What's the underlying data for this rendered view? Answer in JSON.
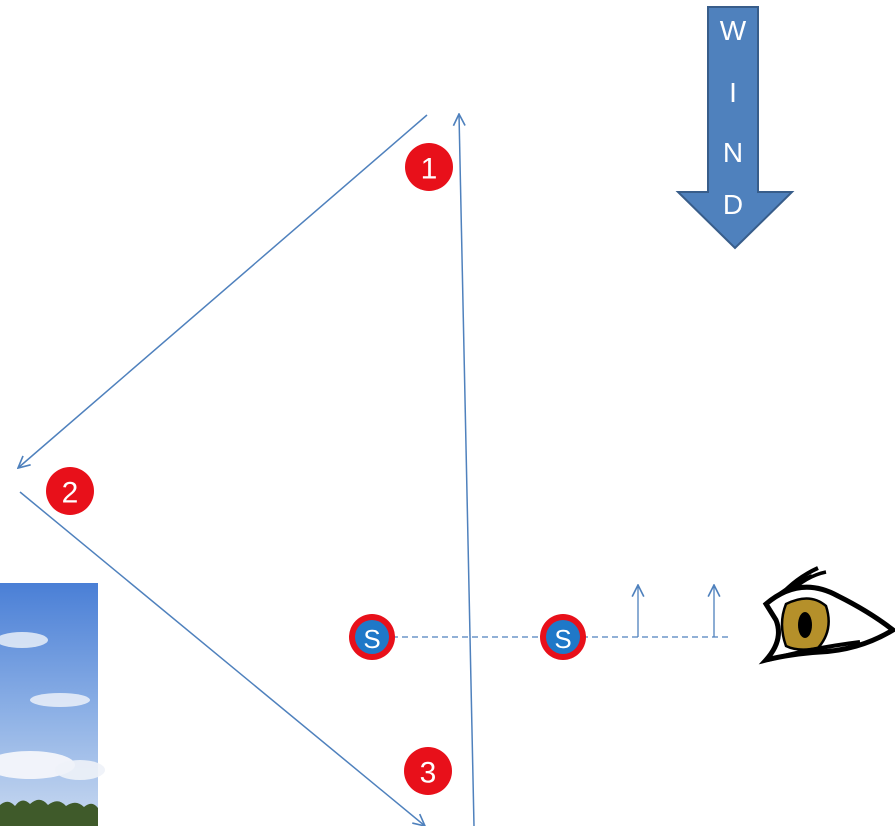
{
  "marks": [
    {
      "label": "1"
    },
    {
      "label": "2"
    },
    {
      "label": "3"
    }
  ],
  "start_buoys": [
    {
      "label": "S"
    },
    {
      "label": "S"
    }
  ],
  "wind": {
    "letters": [
      "W",
      "I",
      "N",
      "D"
    ],
    "color": "#4f81bd",
    "border": "#385d8a"
  },
  "colors": {
    "course_line": "#4f81bd",
    "mark_red": "#e8101a",
    "buoy_blue": "#1f78c8",
    "sky": "#5e8fdc",
    "eye_iris": "#b5902a"
  },
  "icons": [
    "eye-icon",
    "sky-photo",
    "wind-arrow"
  ]
}
